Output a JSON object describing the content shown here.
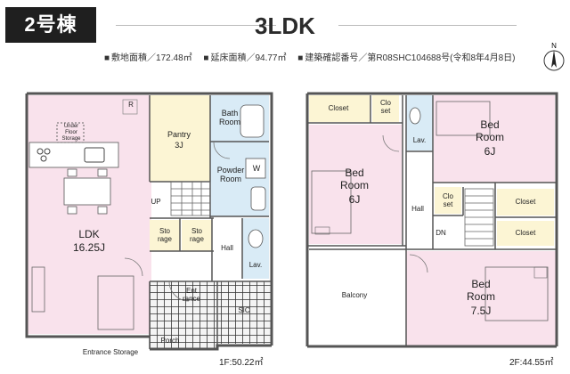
{
  "header": {
    "building_label": "2号棟",
    "layout_type": "3LDK",
    "specs": {
      "land_area": "敷地面積／172.48㎡",
      "floor_area": "延床面積／94.77㎡",
      "permit": "建築確認番号／第R08SHC104688号(令和8年4月8日)"
    },
    "compass": "N"
  },
  "floor1": {
    "area": "1F:50.22㎡",
    "rooms": {
      "ldk_name": "LDK",
      "ldk_size": "16.25J",
      "pantry_name": "Pantry",
      "pantry_size": "3J",
      "bath": "Bath\nRoom",
      "powder": "Powder\nRoom",
      "w": "W",
      "storage1": "Sto\nrage",
      "storage2": "Sto\nrage",
      "hall": "Hall",
      "lav": "Lav.",
      "up": "UP",
      "entrance": "Ent\nrance",
      "sic": "SIC",
      "porch": "Porch",
      "entrance_storage": "Entrance Storage",
      "underfloor": "Under\nFloor\nStorage",
      "r": "R"
    }
  },
  "floor2": {
    "area": "2F:44.55㎡",
    "rooms": {
      "closet_tl": "Closet",
      "closet_small": "Clo\nset",
      "lav": "Lav.",
      "bed_right_top_name": "Bed\nRoom",
      "bed_right_top_size": "6J",
      "bed_left_name": "Bed\nRoom",
      "bed_left_size": "6J",
      "hall": "Hall",
      "closet_mid": "Clo\nset",
      "closet_r1": "Closet",
      "closet_r2": "Closet",
      "dn": "DN",
      "balcony": "Balcony",
      "bed_bottom_name": "Bed\nRoom",
      "bed_bottom_size": "7.5J"
    }
  },
  "colors": {
    "ldk_bed": "#f9e2ec",
    "pantry_closet": "#fcf5d4",
    "wet_area": "#d9ebf6",
    "wall": "#555555"
  }
}
